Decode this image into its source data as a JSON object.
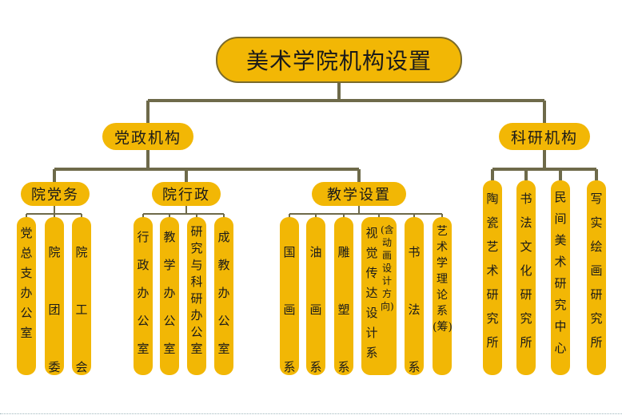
{
  "root": {
    "label": "美术学院机构设置"
  },
  "branches": [
    {
      "label": "党政机构",
      "groups": [
        {
          "label": "院党务",
          "items": [
            "党总支办公室",
            "院团委",
            "院工会"
          ]
        },
        {
          "label": "院行政",
          "items": [
            "行政办公室",
            "教学办公室",
            "研究与科研办公室",
            "成教办公室"
          ]
        },
        {
          "label": "教学设置",
          "items": [
            "国画系",
            "油画系",
            "雕塑系",
            "视觉传达设计系",
            "(含动画设计方向)",
            "书法系",
            "艺术学理论系(筹)"
          ]
        }
      ]
    },
    {
      "label": "科研机构",
      "items": [
        "陶瓷艺术研究所",
        "书法文化研究所",
        "民间美术研究中心",
        "写实绘画研究所"
      ]
    }
  ],
  "colors": {
    "node_fill": "#f2b705",
    "connector": "#6e6a4a",
    "text": "#1a1a1a"
  }
}
